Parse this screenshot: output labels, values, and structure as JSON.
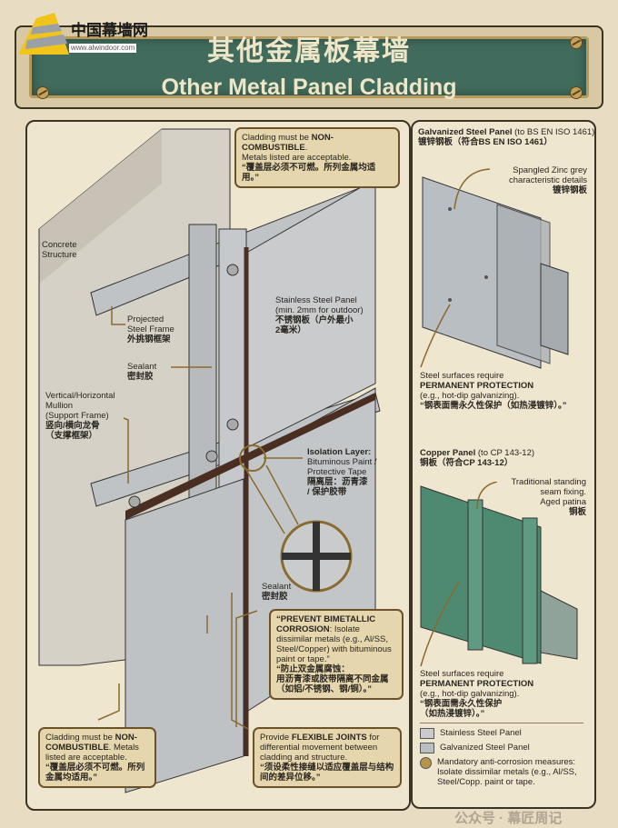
{
  "logo": {
    "name": "中国幕墙网",
    "url": "www.alwindoor.com"
  },
  "header": {
    "title_cn": "其他金属板幕墙",
    "title_en": "Other Metal Panel Cladding"
  },
  "main": {
    "note_top": {
      "line1_pre": "Cladding must be ",
      "line1_bold": "NON-COMBUSTIBLE",
      "line1_post": ".",
      "line2": "Metals listed are acceptable.",
      "cn": "“覆盖层必须不可燃。所列金属均适用。”"
    },
    "concrete": {
      "line1": "Concrete",
      "line2": "Structure"
    },
    "projected_frame": {
      "line1": "Projected",
      "line2": "Steel Frame",
      "cn": "外挑钢框架"
    },
    "sealant_upper": {
      "en": "Sealant",
      "cn": "密封胶"
    },
    "mullion": {
      "line1": "Vertical/Horizontal",
      "line2": "Mullion",
      "line3": "(Support Frame)",
      "cn1": "竖向/横向龙骨",
      "cn2": "（支撑框架）"
    },
    "stainless_label": {
      "line1": "Stainless Steel Panel",
      "line2": "(min. 2mm for outdoor)",
      "cn1": "不锈钢板（户外最小",
      "cn2": "2毫米）"
    },
    "isolation": {
      "title": "Isolation Layer:",
      "line2": "Bituminous Paint /",
      "line3": "Protective Tape",
      "cn1": "隔离层：沥青漆",
      "cn2": "/ 保护胶带"
    },
    "sealant_lower": {
      "en": "Sealant",
      "cn": "密封胶"
    },
    "bimetallic": {
      "bold1": "“PREVENT BIMETALLIC",
      "bold2": "CORROSION",
      "text": ": Isolate dissimilar metals (e.g., Al/SS, Steel/Copper) with bituminous paint or tape.”",
      "cn_title": "“防止双金属腐蚀：",
      "cn_text": "用沥青漆或胶带隔离不同金属（如铝/不锈钢、钢/铜）。”"
    },
    "note_bottom_left": {
      "pre": "Cladding must be ",
      "bold": "NON-COMBUSTIBLE",
      "post": ". Metals listed are acceptable.",
      "cn": "“覆盖层必须不可燃。所列金属均适用。”"
    },
    "note_bottom_mid": {
      "pre": "Provide ",
      "bold": "FLEXIBLE JOINTS",
      "post": " for differential movement between cladding and structure.",
      "cn": "“须设柔性接缝以适应覆盖层与结构间的差异位移。”"
    }
  },
  "side": {
    "galv": {
      "title_bold": "Galvanized Steel Panel",
      "title_rest": " (to BS EN ISO 1461)",
      "cn": "镀锌钢板（符合BS EN ISO 1461）",
      "callout1": "Spangled Zinc grey",
      "callout2": "characteristic details",
      "callout_cn": "镀锌钢板",
      "prot1": "Steel surfaces require",
      "prot_bold": "PERMANENT PROTECTION",
      "prot2": "(e.g., hot-dip galvanizing).",
      "prot_cn": "“钢表面需永久性保护（如热浸镀锌）。”"
    },
    "copper": {
      "title_bold": "Copper Panel",
      "title_rest": " (to CP 143-12)",
      "cn": "铜板（符合CP 143-12）",
      "callout1": "Traditional standing",
      "callout2": "seam fixing.",
      "callout3": "Aged patina",
      "callout_cn": "铜板",
      "prot1": "Steel surfaces require",
      "prot_bold": "PERMANENT PROTECTION",
      "prot2": "(e.g., hot-dip galvanizing).",
      "prot_cn1": "“钢表面需永久性保护",
      "prot_cn2": "（如热浸镀锌）。”"
    },
    "legend": {
      "item1": "Stainless Steel Panel",
      "item2": "Galvanized Steel Panel",
      "item3": "Mandatory anti-corrosion measures: Isolate dissimilar metals (e.g., Al/SS, Steel/Copp. paint or tape."
    }
  },
  "watermark": "公众号 · 幕匠周记",
  "colors": {
    "plate": "#416c5d",
    "parchment": "#e8dcc2",
    "copper": "#4e8a72",
    "note": "#e6d6ae"
  }
}
